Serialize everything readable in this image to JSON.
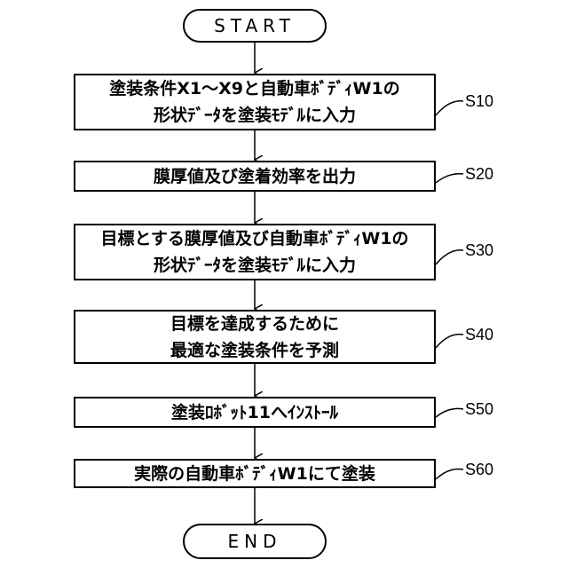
{
  "terminals": {
    "start": "START",
    "end": "END"
  },
  "steps": [
    {
      "id": "S10",
      "lines": [
        "塗装条件X1～X9と自動車ﾎﾞﾃﾞｨW1の",
        "形状ﾃﾞｰﾀを塗装ﾓﾃﾞﾙに入力"
      ]
    },
    {
      "id": "S20",
      "lines": [
        "膜厚値及び塗着効率を出力"
      ]
    },
    {
      "id": "S30",
      "lines": [
        "目標とする膜厚値及び自動車ﾎﾞﾃﾞｨW1の",
        "形状ﾃﾞｰﾀを塗装ﾓﾃﾞﾙに入力"
      ]
    },
    {
      "id": "S40",
      "lines": [
        "目標を達成するために",
        "最適な塗装条件を予測"
      ]
    },
    {
      "id": "S50",
      "lines": [
        "塗装ﾛﾎﾞｯﾄ11へｲﾝｽﾄｰﾙ"
      ]
    },
    {
      "id": "S60",
      "lines": [
        "実際の自動車ﾎﾞﾃﾞｨW1にて塗装"
      ]
    }
  ]
}
